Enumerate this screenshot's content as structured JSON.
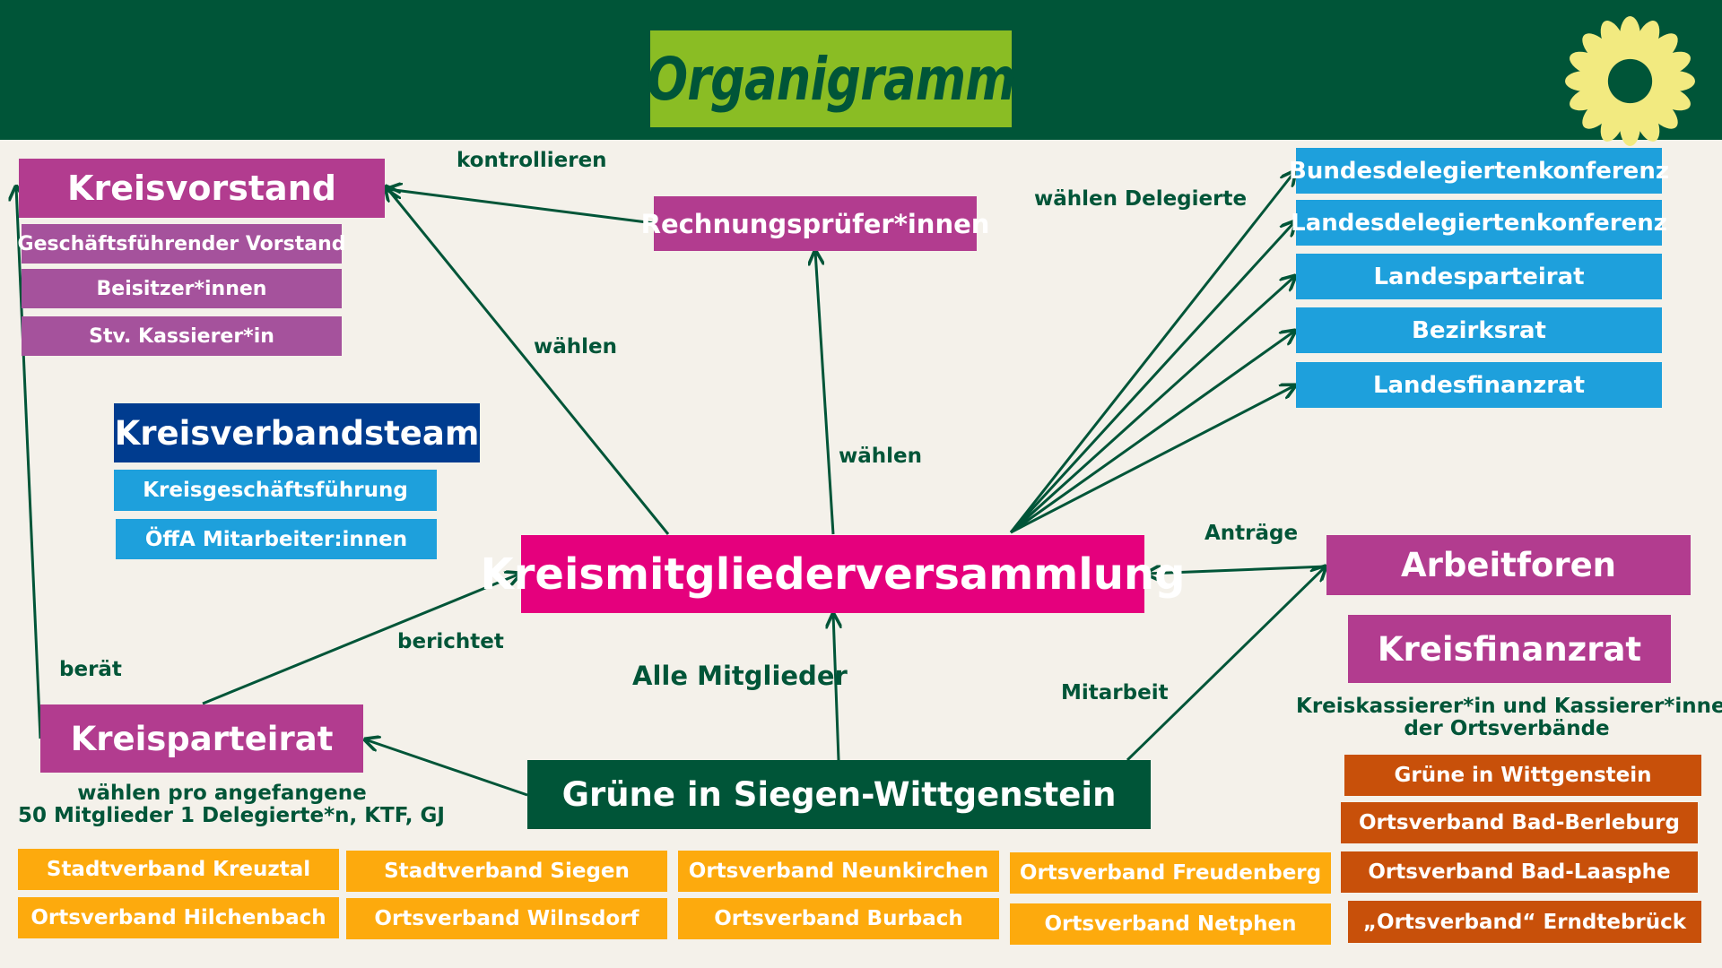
{
  "title": "Organigramm",
  "icons": {
    "logo": "sunflower-icon"
  },
  "colors": {
    "dark_green": "#005538",
    "lime": "#8abd24",
    "magenta": "#b23c8f",
    "blue": "#1ea0dc",
    "navy": "#003c8f",
    "pink": "#e5007d",
    "yellow": "#fdaa0d",
    "orange": "#c8500a",
    "background": "#f4f1ea"
  },
  "kreisvorstand": {
    "title": "Kreisvorstand",
    "items": [
      "Geschäftsführender Vorstand",
      "Beisitzer*innen",
      "Stv. Kassierer*in"
    ]
  },
  "kreisverbandsteam": {
    "title": "Kreisverbandsteam",
    "items": [
      "Kreisgeschäftsführung",
      "ÖffA Mitarbeiter:innen"
    ]
  },
  "rechnungspruefer": "Rechnungsprüfer*innen",
  "kmv": "Kreismitgliederversammlung",
  "delegations": [
    "Bundesdelegiertenkonferenz",
    "Landesdelegiertenkonferenz",
    "Landesparteirat",
    "Bezirksrat",
    "Landesfinanzrat"
  ],
  "arbeitforen": "Arbeitforen",
  "kreisfinanzrat": {
    "title": "Kreisfinanzrat",
    "description": [
      "Kreiskassierer*in und Kassierer*innen",
      "der Ortsverbände"
    ]
  },
  "kreisparteirat": {
    "title": "Kreisparteirat",
    "description": [
      "wählen pro angefangene",
      "50 Mitglieder 1 Delegierte*n, KTF, GJ"
    ]
  },
  "gruene_sw": "Grüne in Siegen-Wittgenstein",
  "edge_labels": {
    "kontrollieren": "kontrollieren",
    "waehlen_kv": "wählen",
    "waehlen_rp": "wählen",
    "waehlen_delegierte": "wählen Delegierte",
    "antraege": "Anträge",
    "berichtet": "berichtet",
    "beraet": "berät",
    "alle_mitglieder": "Alle Mitglieder",
    "mitarbeit": "Mitarbeit"
  },
  "local_associations": [
    "Stadtverband Kreuztal",
    "Ortsverband Hilchenbach",
    "Stadtverband Siegen",
    "Ortsverband Wilnsdorf",
    "Ortsverband Neunkirchen",
    "Ortsverband Burbach",
    "Ortsverband Freudenberg",
    "Ortsverband Netphen"
  ],
  "wittgenstein": [
    "Grüne in Wittgenstein",
    "Ortsverband Bad-Berleburg",
    "Ortsverband Bad-Laasphe",
    "„Ortsverband“ Erndtebrück"
  ]
}
